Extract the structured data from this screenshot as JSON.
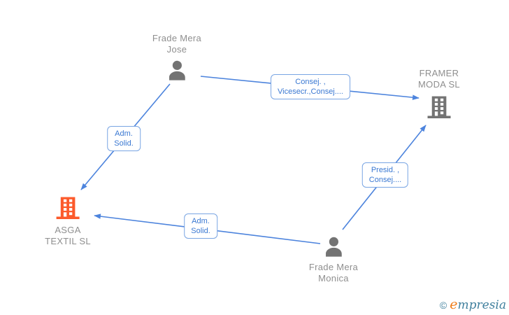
{
  "canvas": {
    "background": "#ffffff"
  },
  "nodes": {
    "jose": {
      "type": "person",
      "line1": "Frade Mera",
      "line2": "Jose"
    },
    "framer": {
      "type": "company",
      "line1": "FRAMER",
      "line2": "MODA SL"
    },
    "asga": {
      "type": "company",
      "line1": "ASGA",
      "line2": "TEXTIL SL"
    },
    "monica": {
      "type": "person",
      "line1": "Frade Mera",
      "line2": "Monica"
    }
  },
  "edges": {
    "jose_framer": {
      "from": "jose",
      "to": "framer",
      "line1": "Consej. ,",
      "line2": "Vicesecr.,Consej...."
    },
    "jose_asga": {
      "from": "jose",
      "to": "asga",
      "line1": "Adm.",
      "line2": "Solid."
    },
    "monica_asga": {
      "from": "monica",
      "to": "asga",
      "line1": "Adm.",
      "line2": "Solid."
    },
    "monica_framer": {
      "from": "monica",
      "to": "framer",
      "line1": "Presid. ,",
      "line2": "Consej...."
    }
  },
  "colors": {
    "edge_blue": "#4d84dd",
    "edge_label_text": "#3a78d2",
    "edge_label_border": "#79a5e3",
    "node_text_gray": "#8f8f8f",
    "person_icon_gray": "#737373",
    "company_icon_gray": "#737373",
    "company_icon_orange": "#fc5a2b",
    "logo_teal": "#41809e",
    "logo_orange": "#ef7d1a"
  },
  "footer": {
    "copyright_symbol": "©",
    "brand_initial": "e",
    "brand_rest": "mpresia"
  }
}
